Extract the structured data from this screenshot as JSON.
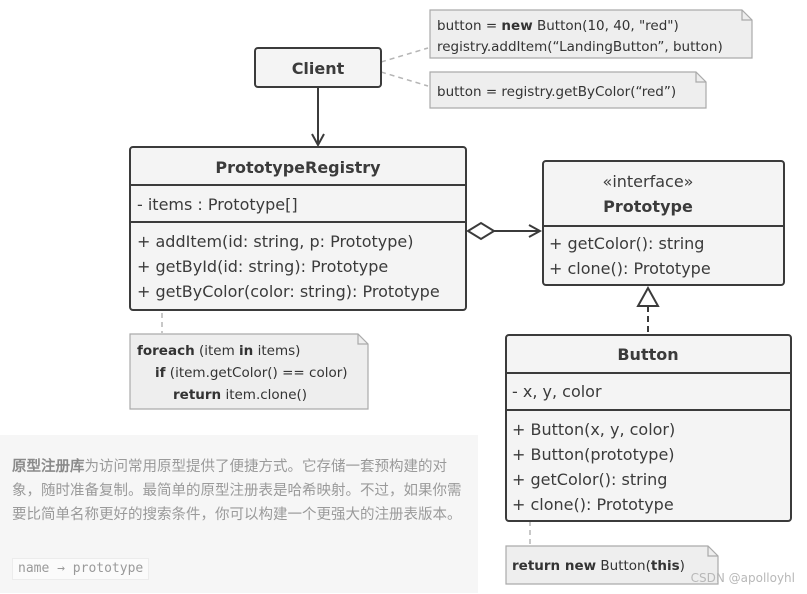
{
  "client": {
    "name": "Client"
  },
  "notes": {
    "client_note_1": {
      "line1_pre": "button = ",
      "line1_kw": "new",
      "line1_post": " Button(10, 40, \"red\")",
      "line2": "registry.addItem(“LandingButton”, button)"
    },
    "client_note_2": {
      "text": "button = registry.getByColor(“red”)"
    },
    "registry_note": {
      "l1_kw": "foreach",
      "l1_a": " (item ",
      "l1_kw2": "in",
      "l1_b": " items)",
      "l2_kw": "if",
      "l2_b": " (item.getColor() == color)",
      "l3_kw": "return",
      "l3_b": " item.clone()"
    },
    "button_note": {
      "kw1": "return new",
      "mid": " Button(",
      "kw2": "this",
      "end": ")"
    }
  },
  "registry": {
    "name": "PrototypeRegistry",
    "fields": [
      "- items : Prototype[]"
    ],
    "methods": [
      "+ addItem(id: string, p: Prototype)",
      "+ getById(id: string): Prototype",
      "+ getByColor(color: string): Prototype"
    ]
  },
  "prototype": {
    "stereotype": "«interface»",
    "name": "Prototype",
    "methods": [
      "+ getColor(): string",
      "+ clone(): Prototype"
    ]
  },
  "button": {
    "name": "Button",
    "fields": [
      "- x, y, color"
    ],
    "methods": [
      "+ Button(x, y, color)",
      "+ Button(prototype)",
      "+ getColor(): string",
      "+ clone(): Prototype"
    ]
  },
  "description": {
    "title": "原型注册库",
    "text": "为访问常用原型提供了便捷方式。它存储一套预构建的对象，随时准备复制。最简单的原型注册表是哈希映射。不过，如果你需要比简单名称更好的搜索条件，你可以构建一个更强大的注册表版本。",
    "code": "name → prototype"
  },
  "watermark": "CSDN @apolloyhl",
  "colors": {
    "line": "#3b3b3b",
    "box_fill": "#f4f4f4",
    "note_fill": "#eeeeee",
    "note_stroke": "#aaaaaa"
  }
}
